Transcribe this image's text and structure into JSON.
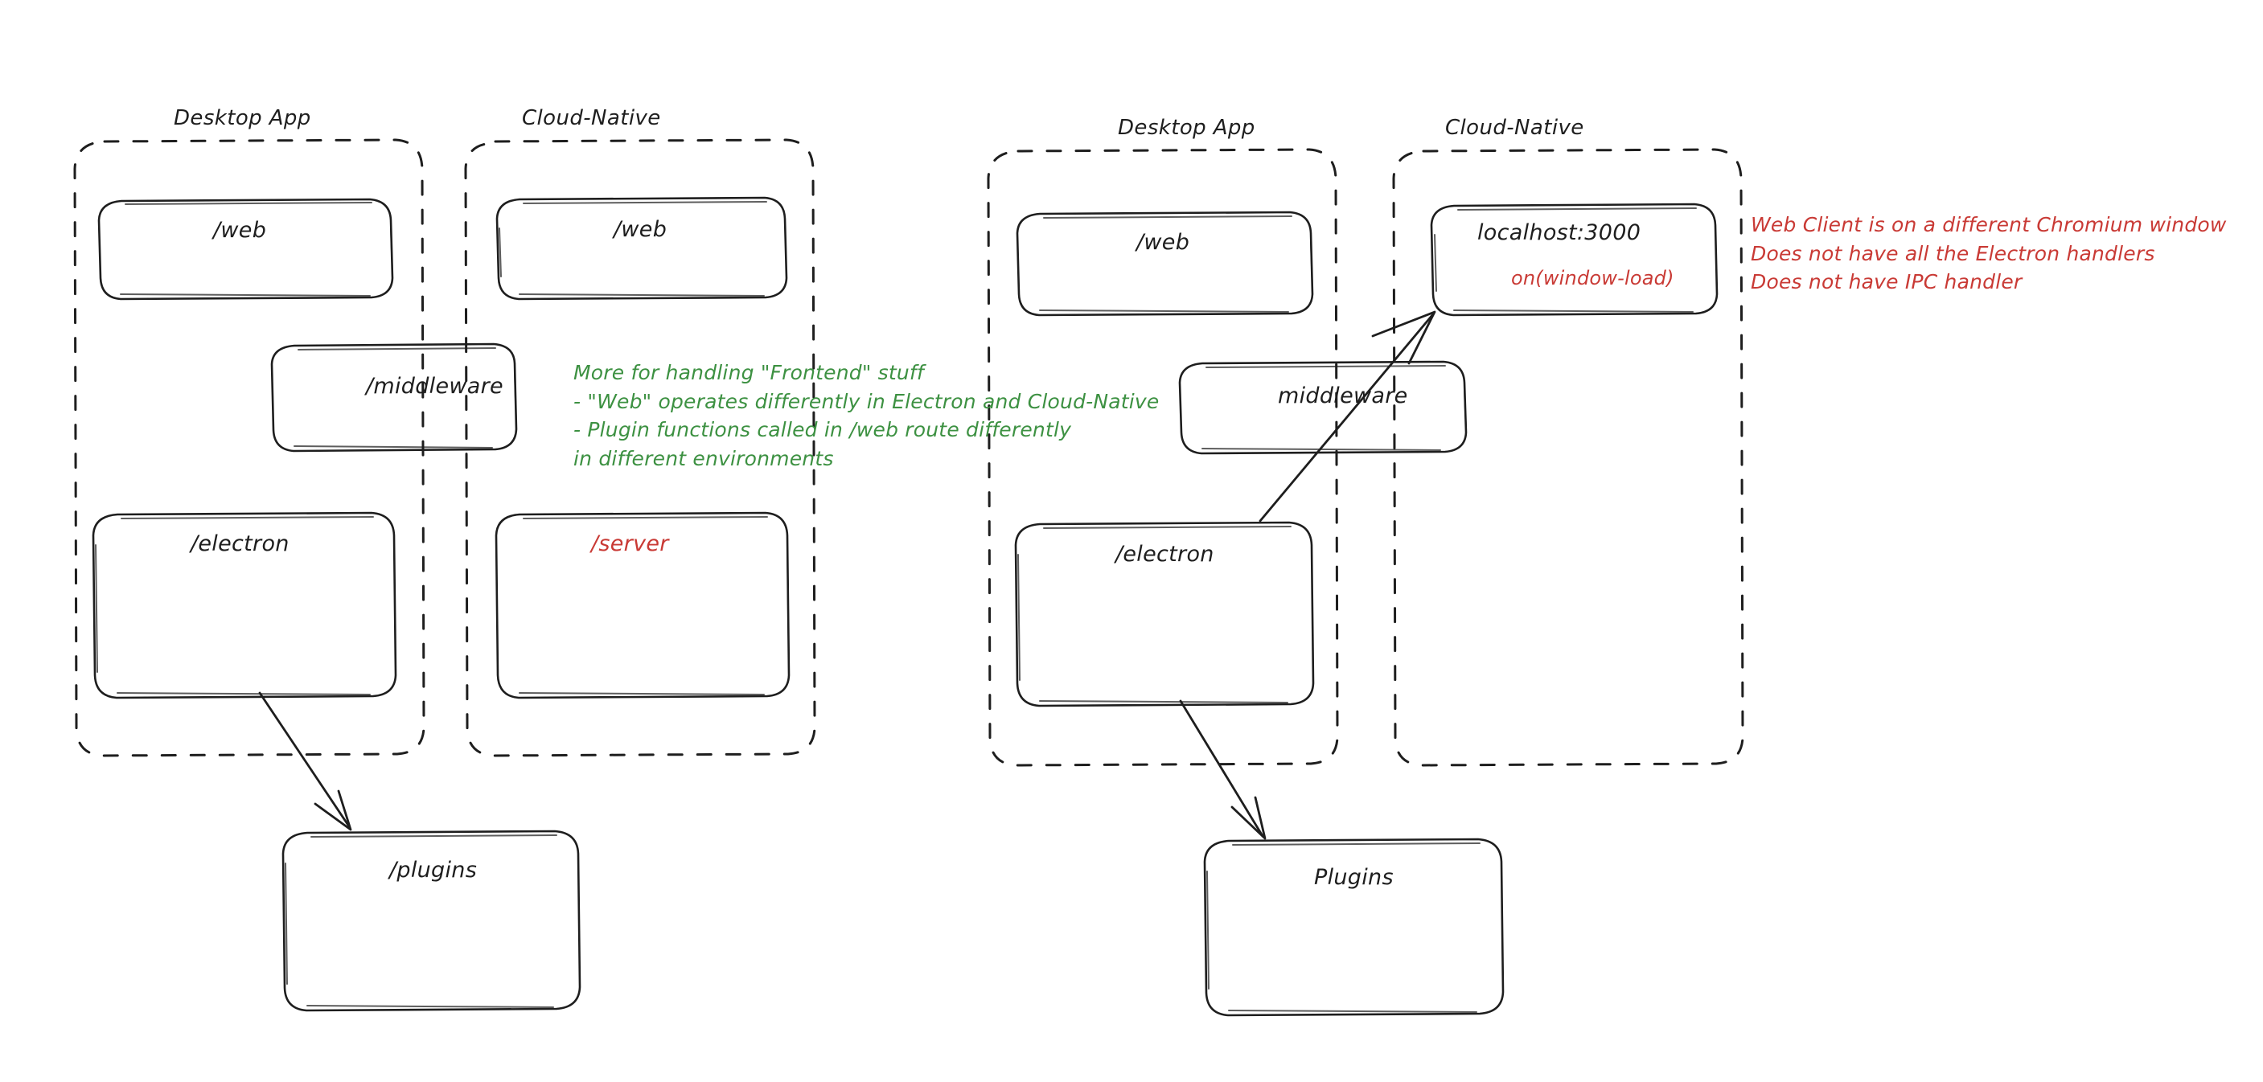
{
  "diagram": {
    "title": "Electron Desktop App vs Cloud-Native architecture sketch",
    "style": "hand-drawn excalidraw sketch",
    "colors": {
      "stroke": "#1e1e1e",
      "green_annotation": "#3d9142",
      "red_annotation": "#c93a35",
      "background": "#ffffff"
    },
    "left_diagram": {
      "groups": [
        {
          "label": "Desktop App"
        },
        {
          "label": "Cloud-Native"
        }
      ],
      "nodes": [
        {
          "id": "l-web-desktop",
          "label": "/web",
          "color": "black"
        },
        {
          "id": "l-web-cloud",
          "label": "/web",
          "color": "black"
        },
        {
          "id": "l-middleware",
          "label": "/middleware",
          "color": "black"
        },
        {
          "id": "l-electron",
          "label": "/electron",
          "color": "black"
        },
        {
          "id": "l-server",
          "label": "/server",
          "color": "red"
        },
        {
          "id": "l-plugins",
          "label": "/plugins",
          "color": "black"
        }
      ],
      "edges": [
        {
          "from": "l-electron",
          "to": "l-plugins",
          "style": "arrow"
        }
      ],
      "annotation_green": "More for handling \"Frontend\" stuff\n- \"Web\" operates differently in Electron and Cloud-Native\n- Plugin functions called in /web route differently\nin different environments"
    },
    "right_diagram": {
      "groups": [
        {
          "label": "Desktop App"
        },
        {
          "label": "Cloud-Native"
        }
      ],
      "nodes": [
        {
          "id": "r-web-desktop",
          "label": "/web",
          "color": "black"
        },
        {
          "id": "r-localhost",
          "label": "localhost:3000",
          "color": "black",
          "sublabel": "on(window-load)",
          "sublabel_color": "red"
        },
        {
          "id": "r-middleware",
          "label": "middleware",
          "color": "black"
        },
        {
          "id": "r-electron",
          "label": "/electron",
          "color": "black"
        },
        {
          "id": "r-plugins",
          "label": "Plugins",
          "color": "black"
        }
      ],
      "edges": [
        {
          "from": "r-electron",
          "to": "r-localhost",
          "style": "arrow"
        },
        {
          "from": "r-electron",
          "to": "r-plugins",
          "style": "arrow"
        }
      ],
      "annotation_red": "Web Client is on a different Chromium window\nDoes not have all the Electron handlers\nDoes not have IPC handler"
    }
  }
}
